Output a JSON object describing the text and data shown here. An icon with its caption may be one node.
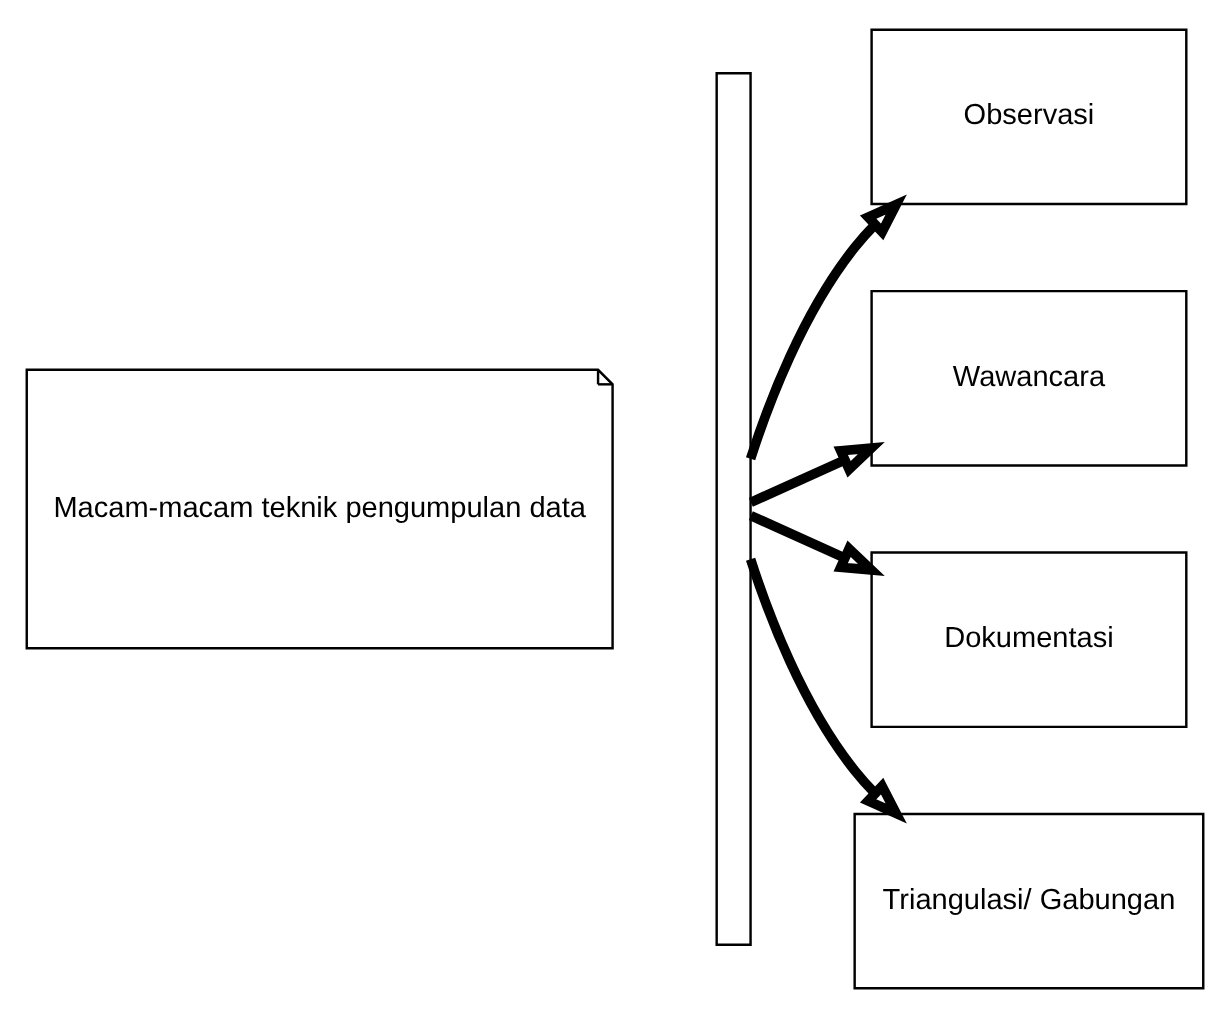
{
  "diagram": {
    "nodes": [
      {
        "text": [
          "Macam-macam teknik pengumpulan data"
        ]
      },
      {
        "text": [],
        "shape": "bar"
      },
      {
        "text": [
          "Observasi"
        ]
      },
      {
        "text": [
          "Wawancara"
        ]
      },
      {
        "text": [
          "Dokumentasi"
        ]
      },
      {
        "text": [
          "Triangulasi/ Gabungan"
        ]
      }
    ],
    "edges": [
      {
        "from": 1,
        "to": 2,
        "arrow": "to"
      },
      {
        "from": 1,
        "to": 3,
        "arrow": "to"
      },
      {
        "from": 1,
        "to": 4,
        "arrow": "to"
      },
      {
        "from": 1,
        "to": 5,
        "arrow": "to"
      }
    ]
  }
}
